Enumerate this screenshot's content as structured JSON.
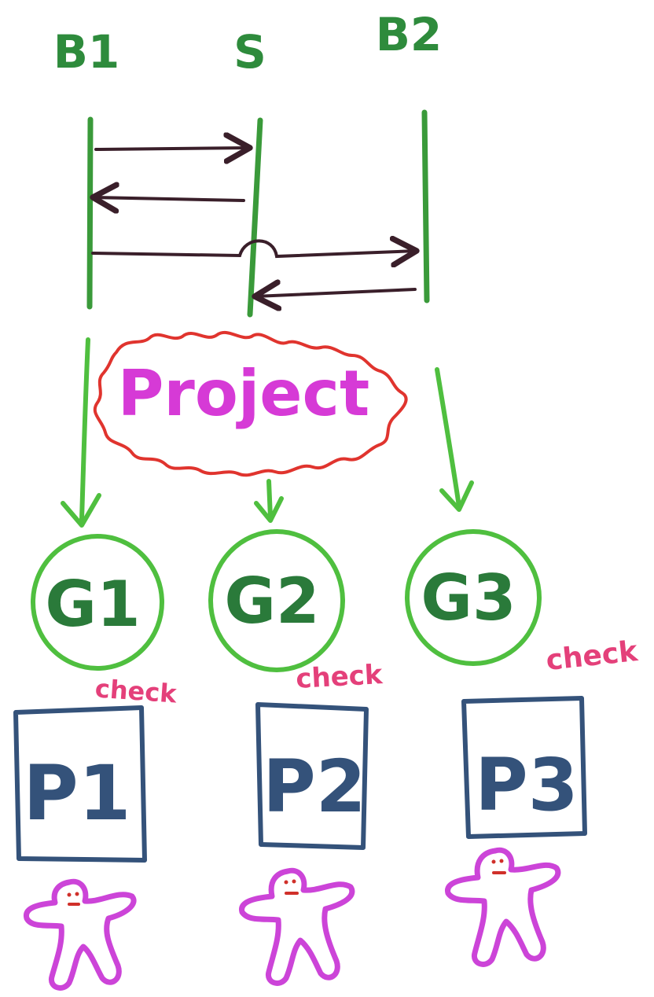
{
  "lifelines": [
    {
      "label": "B1"
    },
    {
      "label": "S"
    },
    {
      "label": "B2"
    }
  ],
  "center_label": "Project",
  "groups": [
    {
      "label": "G1",
      "check": "check"
    },
    {
      "label": "G2",
      "check": "check"
    },
    {
      "label": "G3",
      "check": "check"
    }
  ],
  "persons": [
    {
      "label": "P1"
    },
    {
      "label": "P2"
    },
    {
      "label": "P3"
    }
  ],
  "colors": {
    "lifeline": "#3a9a3a",
    "lifeline_label": "#2e8b3c",
    "message_arrow": "#3a1f2a",
    "starburst": "#e0342e",
    "project_text": "#d63ad6",
    "group_circle": "#4fbf3f",
    "group_text": "#2a7a3a",
    "check_text": "#e4407a",
    "person_box": "#34527a",
    "person_text": "#34527a",
    "figure": "#cc44d8",
    "figure_face": "#d0302a"
  }
}
